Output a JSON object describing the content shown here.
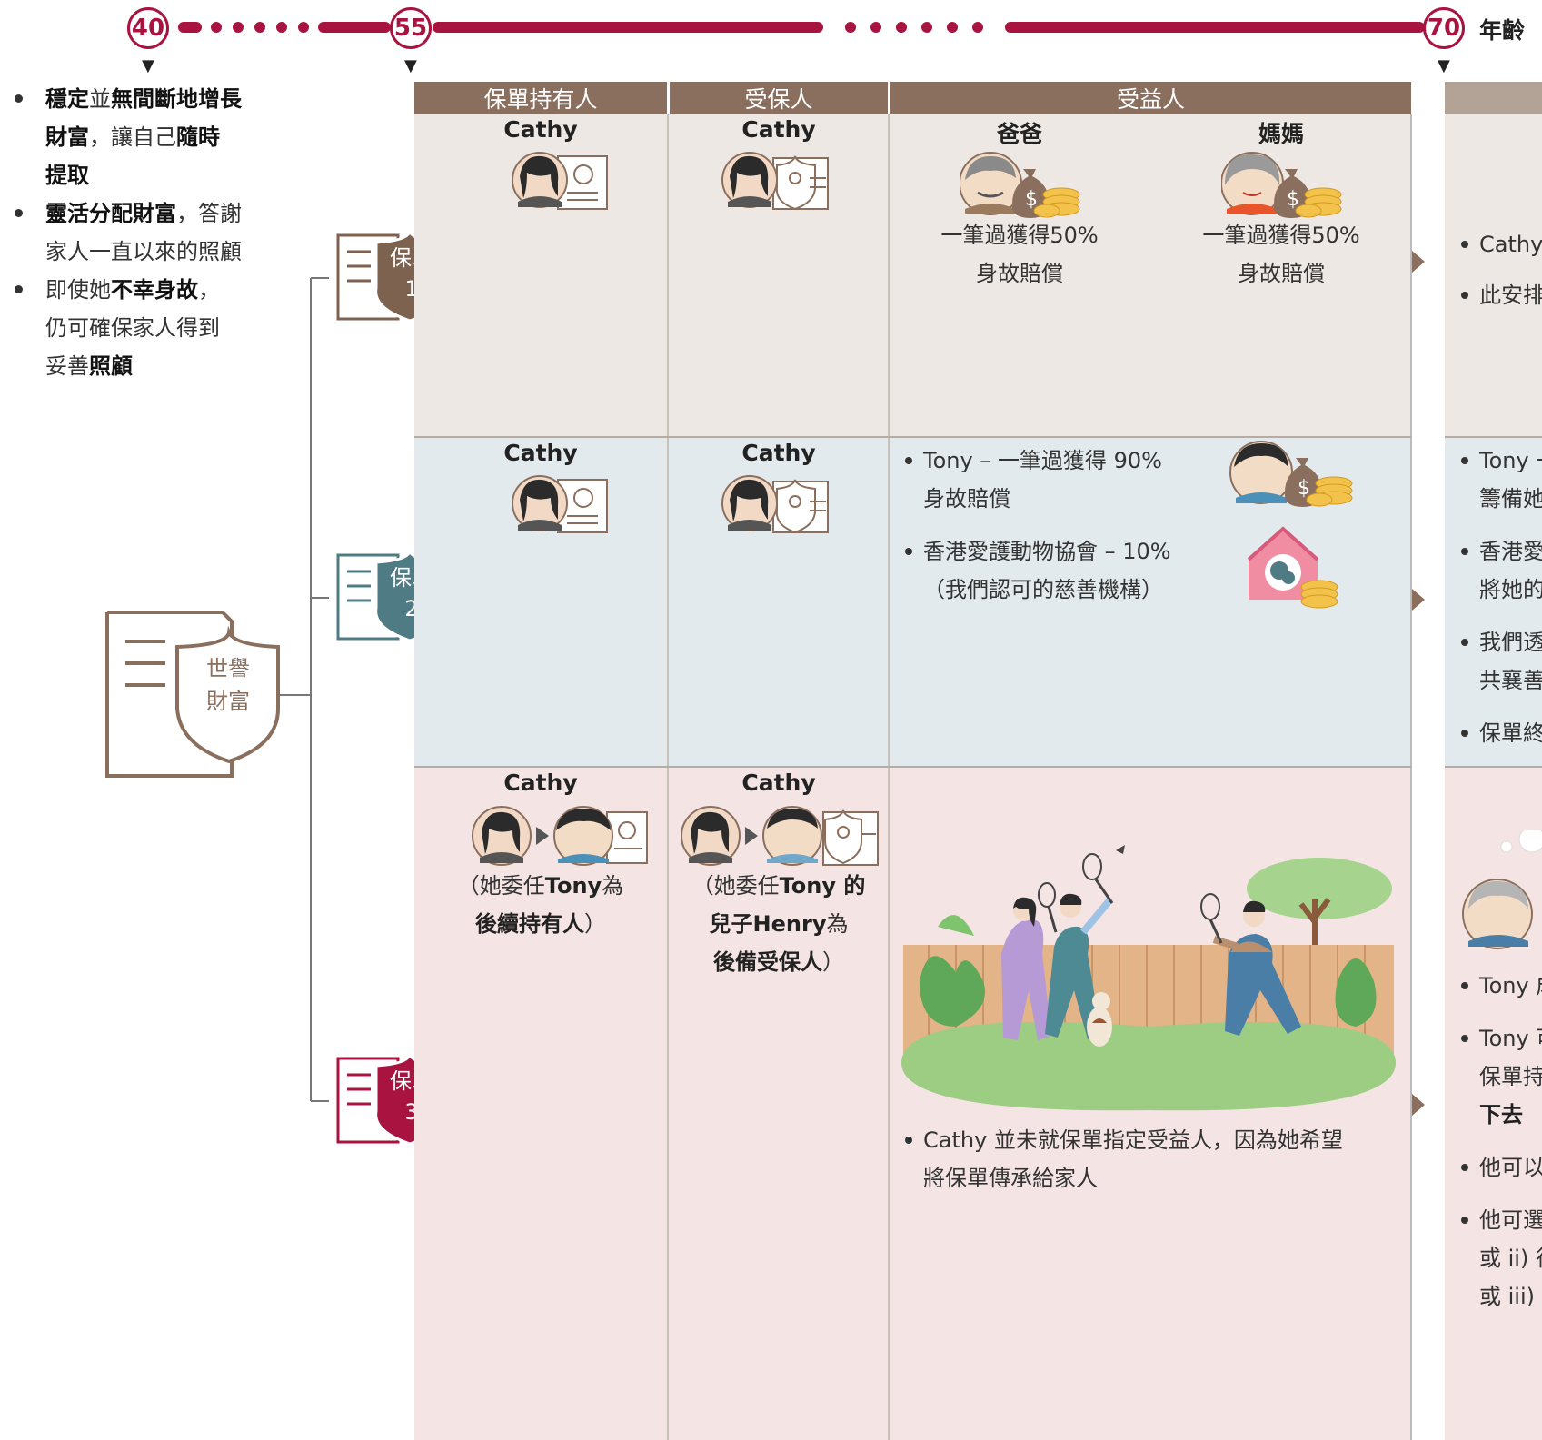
{
  "timeline": {
    "ages": [
      "40",
      "55",
      "70"
    ],
    "age_label": "年齡"
  },
  "left": {
    "b1": {
      "p1": "穩定",
      "p2": "並",
      "p3": "無間斷地增長",
      "p4": "財富",
      "p5": "，讓自己",
      "p6": "隨時",
      "p7": "提取"
    },
    "b2": {
      "p1": "靈活分配財富",
      "p2": "，答謝",
      "p3": "家人一直以來的照顧"
    },
    "b3": {
      "p1": "即使她",
      "p2": "不幸身故",
      "p3": "，",
      "p4": "仍可確保家人得到",
      "p5": "妥善",
      "p6": "照顧"
    }
  },
  "plan": {
    "line1": "世譽",
    "line2": "財富"
  },
  "policies": [
    {
      "label": "保單",
      "num": "1",
      "color": "#7d6250"
    },
    {
      "label": "保單",
      "num": "2",
      "color": "#4e7b84"
    },
    {
      "label": "保單",
      "num": "3",
      "color": "#a8133f"
    }
  ],
  "headers": {
    "owner": "保單持有人",
    "insured": "受保人",
    "beneficiary": "受益人"
  },
  "row1": {
    "owner": "Cathy",
    "insured": "Cathy",
    "father": "爸爸",
    "mother": "媽媽",
    "father_l1": "一筆過獲得50%",
    "father_l2": "身故賠償",
    "mother_l1": "一筆過獲得50%",
    "mother_l2": "身故賠償",
    "right_b1": "Cathy",
    "right_b2": "此安排"
  },
  "row2": {
    "owner": "Cathy",
    "insured": "Cathy",
    "b1_l1": "Tony – 一筆過獲得 90%",
    "b1_l2": "身故賠償",
    "b2_l1": "香港愛護動物協會 – 10%",
    "b2_l2": "（我們認可的慈善機構）",
    "right_b1_l1": "Tony 一",
    "right_b1_l2": "籌備她",
    "right_b2_l1": "香港愛",
    "right_b2_l2": "將她的",
    "right_b3_l1": "我們透",
    "right_b3_l2": "共襄善",
    "right_b4": "保單終"
  },
  "row3": {
    "owner": "Cathy",
    "insured": "Cathy",
    "owner_note": {
      "p1": "（她委任",
      "p2": "Tony",
      "p3": "為",
      "p4": "後續持有人",
      "p5": "）"
    },
    "insured_note": {
      "p1": "（她委任",
      "p2": "Tony 的",
      "p3": "兒子",
      "p4": "Henry",
      "p5": "為",
      "p6": "後備受保人",
      "p7": "）"
    },
    "b1_l1": "Cathy 並未就保單指定受益人，因為她希望",
    "b1_l2": "將保單傳承給家人",
    "right_b1": "Tony 成",
    "right_b2_l1": "Tony 可",
    "right_b2_l2": "保單持",
    "right_b2_l3": "下去",
    "right_b3": "他可以",
    "right_b4_l1": "他可選",
    "right_b4_l2": "或 ii) 行",
    "right_b4_l3": "或 iii) 不"
  }
}
